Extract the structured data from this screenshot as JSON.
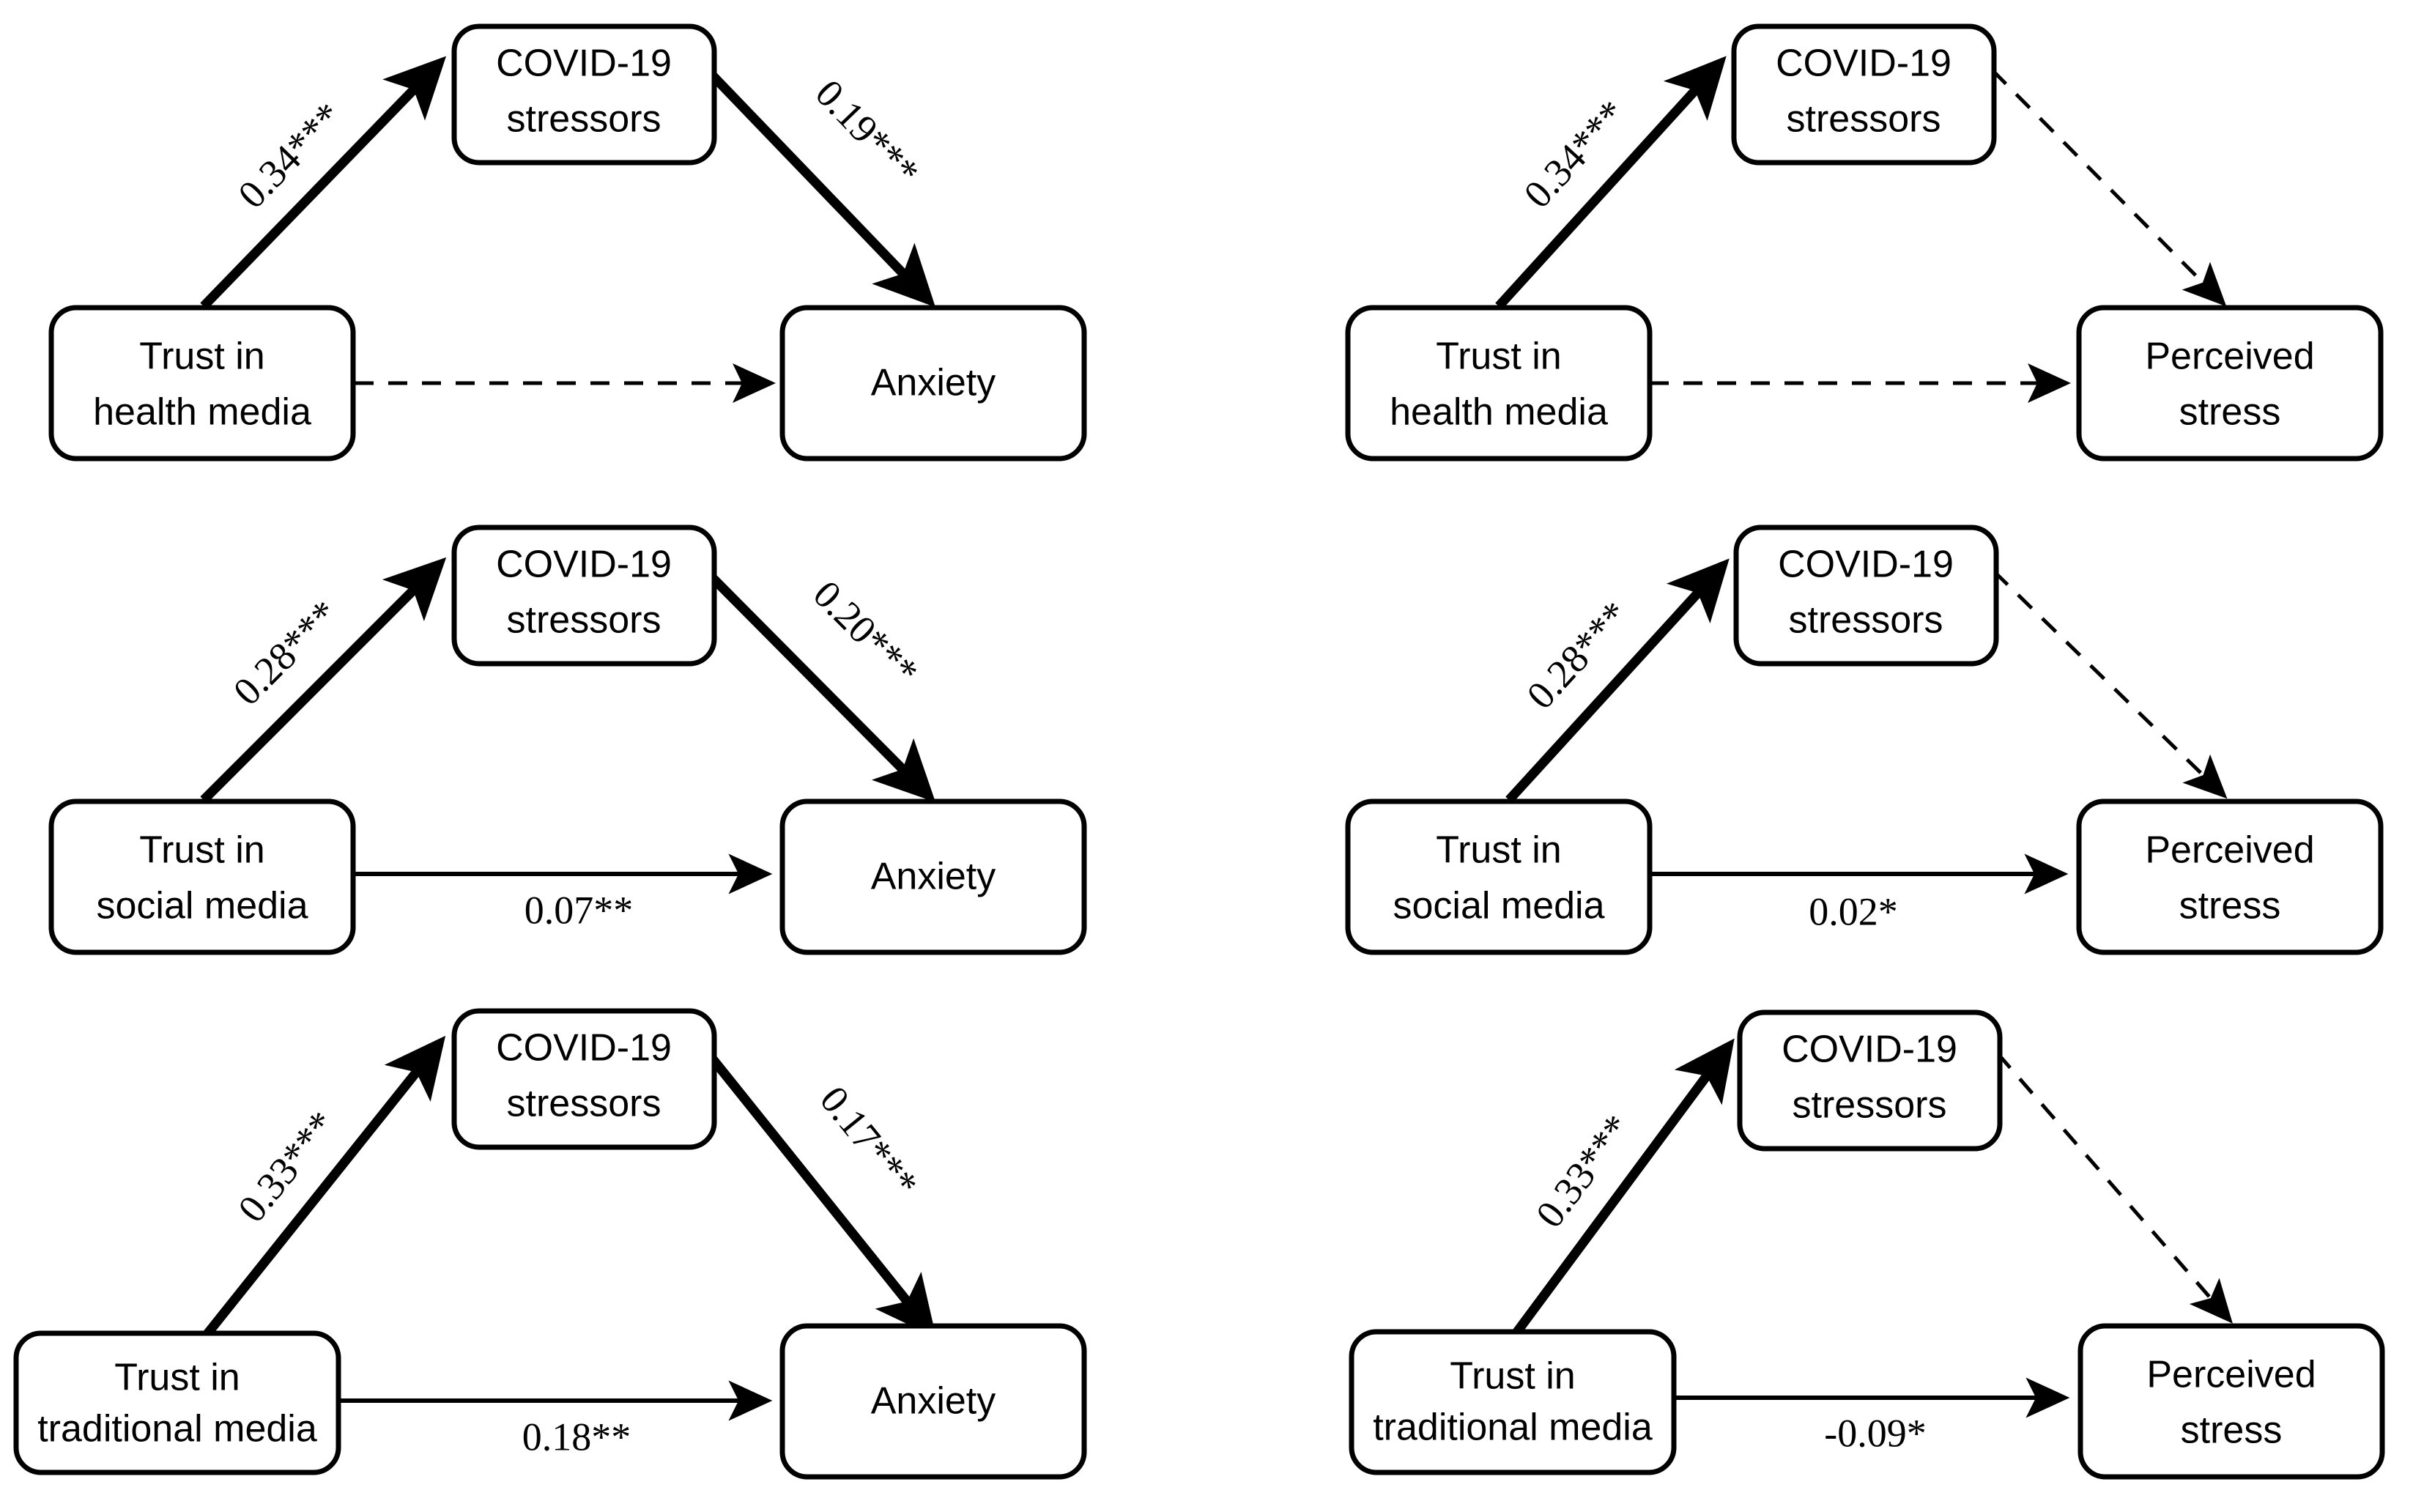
{
  "figure": {
    "type": "mediation-path-diagram-grid",
    "rows": 3,
    "columns": 2,
    "background_color": "#ffffff",
    "line_color": "#000000"
  },
  "legend_conventions": {
    "bold_solid_arrow": "significant strong path",
    "thin_solid_arrow": "significant weaker path",
    "dashed_arrow": "non-significant path",
    "significance_markers": [
      "*",
      "**",
      "***"
    ]
  },
  "mediator_label_line1": "COVID-19",
  "mediator_label_line2": "stressors",
  "panels": [
    {
      "id": "panel-1",
      "row": 1,
      "column": "left",
      "predictor_line1": "Trust in",
      "predictor_line2": "health media",
      "mediator_line1": "COVID-19",
      "mediator_line2": "stressors",
      "outcome_line1": "Anxiety",
      "outcome_line2": "",
      "path_a_label": "0.34***",
      "path_a_style": "bold-solid",
      "path_b_label": "0.19***",
      "path_b_style": "bold-solid",
      "path_c_label": "",
      "path_c_style": "dashed"
    },
    {
      "id": "panel-2",
      "row": 1,
      "column": "right",
      "predictor_line1": "Trust in",
      "predictor_line2": "health media",
      "mediator_line1": "COVID-19",
      "mediator_line2": "stressors",
      "outcome_line1": "Perceived",
      "outcome_line2": "stress",
      "path_a_label": "0.34***",
      "path_a_style": "bold-solid",
      "path_b_label": "",
      "path_b_style": "dashed",
      "path_c_label": "",
      "path_c_style": "dashed"
    },
    {
      "id": "panel-3",
      "row": 2,
      "column": "left",
      "predictor_line1": "Trust in",
      "predictor_line2": "social media",
      "mediator_line1": "COVID-19",
      "mediator_line2": "stressors",
      "outcome_line1": "Anxiety",
      "outcome_line2": "",
      "path_a_label": "0.28***",
      "path_a_style": "bold-solid",
      "path_b_label": "0.20***",
      "path_b_style": "bold-solid",
      "path_c_label": "0.07**",
      "path_c_style": "thin-solid"
    },
    {
      "id": "panel-4",
      "row": 2,
      "column": "right",
      "predictor_line1": "Trust in",
      "predictor_line2": "social media",
      "mediator_line1": "COVID-19",
      "mediator_line2": "stressors",
      "outcome_line1": "Perceived",
      "outcome_line2": "stress",
      "path_a_label": "0.28***",
      "path_a_style": "bold-solid",
      "path_b_label": "",
      "path_b_style": "dashed",
      "path_c_label": "0.02*",
      "path_c_style": "thin-solid"
    },
    {
      "id": "panel-5",
      "row": 3,
      "column": "left",
      "predictor_line1": "Trust in",
      "predictor_line2": "traditional media",
      "mediator_line1": "COVID-19",
      "mediator_line2": "stressors",
      "outcome_line1": "Anxiety",
      "outcome_line2": "",
      "path_a_label": "0.33***",
      "path_a_style": "bold-solid",
      "path_b_label": "0.17***",
      "path_b_style": "bold-solid",
      "path_c_label": "0.18**",
      "path_c_style": "thin-solid"
    },
    {
      "id": "panel-6",
      "row": 3,
      "column": "right",
      "predictor_line1": "Trust in",
      "predictor_line2": "traditional media",
      "mediator_line1": "COVID-19",
      "mediator_line2": "stressors",
      "outcome_line1": "Perceived",
      "outcome_line2": "stress",
      "path_a_label": "0.33***",
      "path_a_style": "bold-solid",
      "path_b_label": "",
      "path_b_style": "dashed",
      "path_c_label": "-0.09*",
      "path_c_style": "thin-solid"
    }
  ]
}
